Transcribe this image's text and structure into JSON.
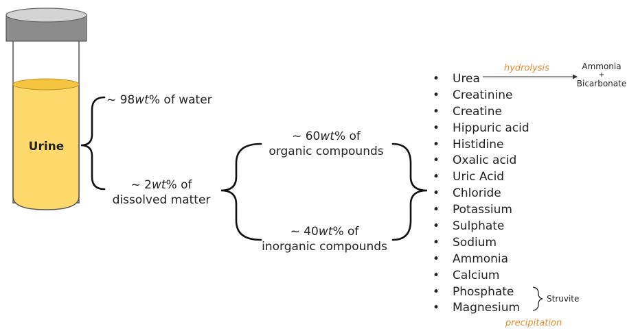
{
  "vial": {
    "label": "Urine"
  },
  "water": {
    "prefix": "~ 98",
    "unit": "wt",
    "suffix": "% of water"
  },
  "dissolved": {
    "prefix": "~ 2",
    "unit": "wt",
    "suffix": "% of",
    "line2": "dissolved matter"
  },
  "organic": {
    "prefix": "~ 60",
    "unit": "wt",
    "suffix": "% of",
    "line2": "organic compounds"
  },
  "inorganic": {
    "prefix": "~ 40",
    "unit": "wt",
    "suffix": "% of",
    "line2": "inorganic compounds"
  },
  "bullet": "•",
  "compounds": [
    "Urea",
    "Creatinine",
    "Creatine",
    "Hippuric acid",
    "Histidine",
    "Oxalic acid",
    "Uric Acid",
    "Chloride",
    "Potassium",
    "Sulphate",
    "Sodium",
    "Ammonia",
    "Calcium",
    "Phosphate",
    "Magnesium"
  ],
  "hydrolysis": {
    "label": "hydrolysis",
    "product_line1": "Ammonia",
    "product_line2": "+",
    "product_line3": "Bicarbonate"
  },
  "precipitation": {
    "label": "precipitation",
    "product": "Struvite"
  },
  "colors": {
    "liquid": "#fcd96a",
    "liquid_top": "#f5c542",
    "cap": "#8c8c8c",
    "cap_top": "#d4d4d4",
    "accent": "#e8892e"
  }
}
